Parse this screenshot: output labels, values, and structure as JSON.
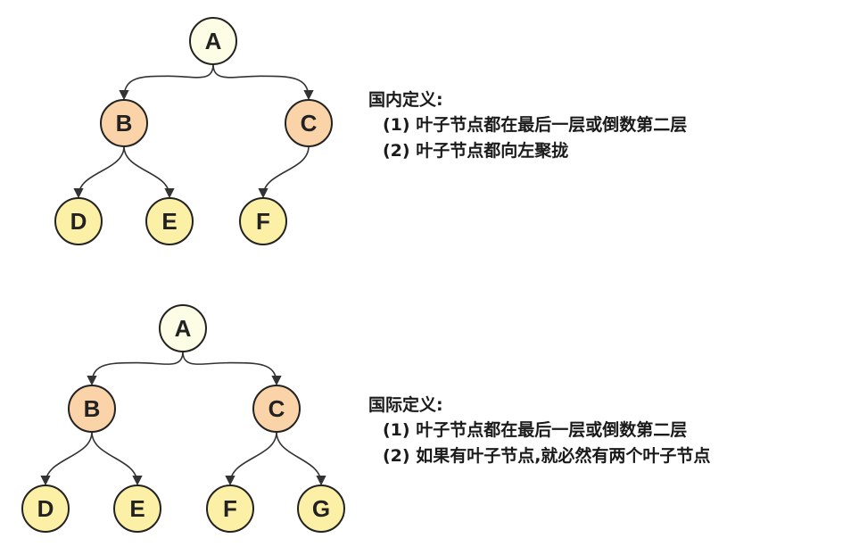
{
  "colors": {
    "root_fill": "#fdfde6",
    "internal_fill": "#fbd3a8",
    "leaf_fill": "#fbf0a6",
    "stroke": "#222222"
  },
  "trees": [
    {
      "nodes": [
        {
          "id": "A",
          "label": "A",
          "kind": "root"
        },
        {
          "id": "B",
          "label": "B",
          "kind": "internal"
        },
        {
          "id": "C",
          "label": "C",
          "kind": "internal"
        },
        {
          "id": "D",
          "label": "D",
          "kind": "leaf"
        },
        {
          "id": "E",
          "label": "E",
          "kind": "leaf"
        },
        {
          "id": "F",
          "label": "F",
          "kind": "leaf"
        }
      ],
      "edges": [
        [
          "A",
          "B"
        ],
        [
          "A",
          "C"
        ],
        [
          "B",
          "D"
        ],
        [
          "B",
          "E"
        ],
        [
          "C",
          "F"
        ]
      ]
    },
    {
      "nodes": [
        {
          "id": "A",
          "label": "A",
          "kind": "root"
        },
        {
          "id": "B",
          "label": "B",
          "kind": "internal"
        },
        {
          "id": "C",
          "label": "C",
          "kind": "internal"
        },
        {
          "id": "D",
          "label": "D",
          "kind": "leaf"
        },
        {
          "id": "E",
          "label": "E",
          "kind": "leaf"
        },
        {
          "id": "F",
          "label": "F",
          "kind": "leaf"
        },
        {
          "id": "G",
          "label": "G",
          "kind": "leaf"
        }
      ],
      "edges": [
        [
          "A",
          "B"
        ],
        [
          "A",
          "C"
        ],
        [
          "B",
          "D"
        ],
        [
          "B",
          "E"
        ],
        [
          "C",
          "F"
        ],
        [
          "C",
          "G"
        ]
      ]
    }
  ],
  "definitions": {
    "domestic": {
      "title": "国内定义:",
      "items": [
        "(1) 叶子节点都在最后一层或倒数第二层",
        "(2) 叶子节点都向左聚拢"
      ]
    },
    "international": {
      "title": "国际定义:",
      "items": [
        "(1) 叶子节点都在最后一层或倒数第二层",
        "(2) 如果有叶子节点,就必然有两个叶子节点"
      ]
    }
  }
}
